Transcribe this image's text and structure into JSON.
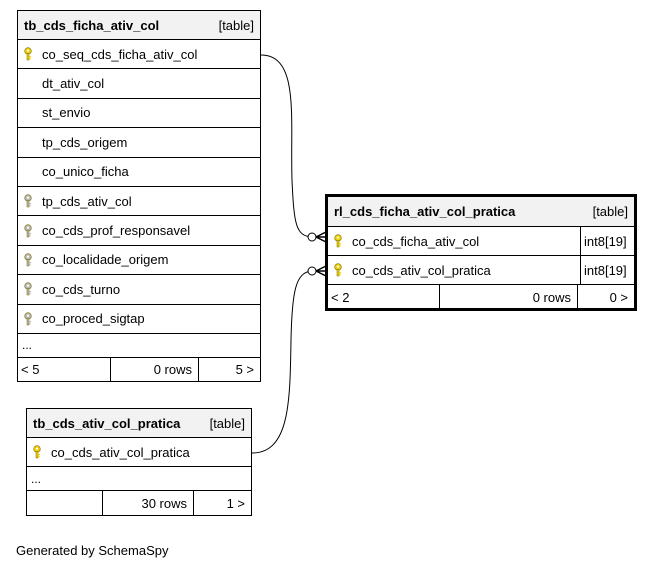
{
  "tables": {
    "ficha": {
      "name": "tb_cds_ficha_ativ_col",
      "kind": "[table]",
      "columns": [
        {
          "name": "co_seq_cds_ficha_ativ_col",
          "key": "primary"
        },
        {
          "name": "dt_ativ_col",
          "key": "none"
        },
        {
          "name": "st_envio",
          "key": "none"
        },
        {
          "name": "tp_cds_origem",
          "key": "none"
        },
        {
          "name": "co_unico_ficha",
          "key": "none"
        },
        {
          "name": "tp_cds_ativ_col",
          "key": "foreign"
        },
        {
          "name": "co_cds_prof_responsavel",
          "key": "foreign"
        },
        {
          "name": "co_localidade_origem",
          "key": "foreign"
        },
        {
          "name": "co_cds_turno",
          "key": "foreign"
        },
        {
          "name": "co_proced_sigtap",
          "key": "foreign"
        }
      ],
      "more": "...",
      "footer": {
        "parents": "< 5",
        "rows": "0 rows",
        "children": "5 >"
      }
    },
    "rl": {
      "name": "rl_cds_ficha_ativ_col_pratica",
      "kind": "[table]",
      "columns": [
        {
          "name": "co_cds_ficha_ativ_col",
          "key": "primary",
          "type": "int8[19]"
        },
        {
          "name": "co_cds_ativ_col_pratica",
          "key": "primary",
          "type": "int8[19]"
        }
      ],
      "footer": {
        "parents": "< 2",
        "rows": "0 rows",
        "children": "0 >"
      }
    },
    "pratica": {
      "name": "tb_cds_ativ_col_pratica",
      "kind": "[table]",
      "columns": [
        {
          "name": "co_cds_ativ_col_pratica",
          "key": "primary"
        }
      ],
      "more": "...",
      "footer": {
        "parents": "",
        "rows": "30 rows",
        "children": "1 >"
      }
    }
  },
  "generated_by": "Generated by SchemaSpy",
  "colors": {
    "primary_key": "#f0d000",
    "foreign_key": "#b8b8b8",
    "header_bg": "#f2f2f2"
  }
}
